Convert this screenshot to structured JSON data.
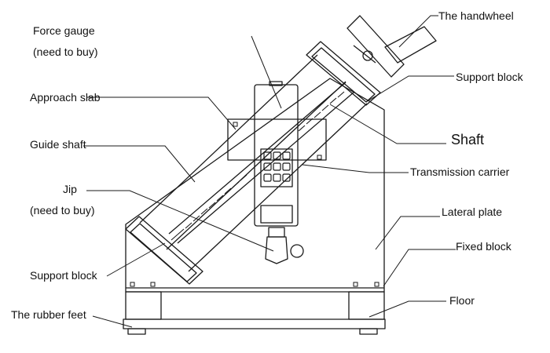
{
  "labels": {
    "force_gauge": "Force gauge",
    "force_gauge_note": "(need to buy)",
    "approach_slab": "Approach slab",
    "guide_shaft": "Guide shaft",
    "jip": "Jip",
    "jip_note": "(need to buy)",
    "support_block_left": "Support block",
    "rubber_feet": "The rubber feet",
    "handwheel": "The handwheel",
    "support_block_right": "Support block",
    "shaft": "Shaft",
    "transmission_carrier": "Transmission carrier",
    "lateral_plate": "Lateral plate",
    "fixed_block": "Fixed block",
    "floor": "Floor"
  }
}
